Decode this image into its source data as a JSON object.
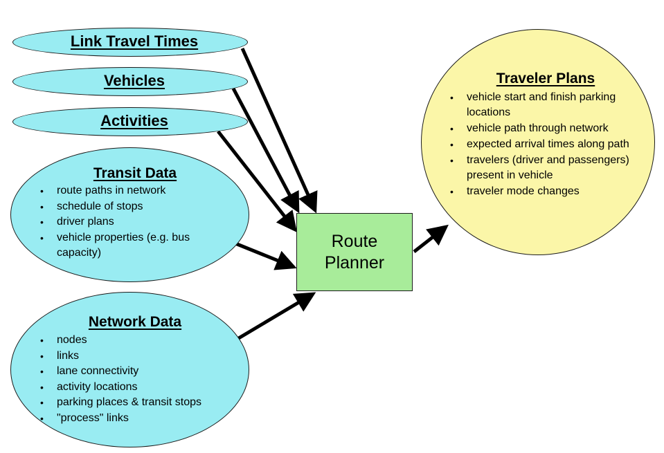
{
  "colors": {
    "input_fill": "#99ecf2",
    "output_fill": "#fbf6a8",
    "process_fill": "#a8ec9a",
    "outline": "#1a1a1a",
    "arrow": "#000000"
  },
  "inputs": {
    "link_travel_times": {
      "title": "Link Travel Times"
    },
    "vehicles": {
      "title": "Vehicles"
    },
    "activities": {
      "title": "Activities"
    },
    "transit_data": {
      "title": "Transit Data",
      "items": [
        "route paths in network",
        "schedule of stops",
        "driver plans",
        "vehicle properties (e.g. bus capacity)"
      ]
    },
    "network_data": {
      "title": "Network Data",
      "items": [
        "nodes",
        "links",
        "lane connectivity",
        "activity locations",
        "parking places & transit stops",
        "\"process\" links"
      ]
    }
  },
  "process": {
    "label": "Route\nPlanner"
  },
  "output": {
    "title": "Traveler Plans",
    "items": [
      "vehicle start and finish parking locations",
      "vehicle path through network",
      "expected arrival times along path",
      "travelers (driver and passengers) present in vehicle",
      "traveler mode changes"
    ]
  },
  "edges": [
    {
      "from": "link_travel_times",
      "to": "route_planner"
    },
    {
      "from": "vehicles",
      "to": "route_planner"
    },
    {
      "from": "activities",
      "to": "route_planner"
    },
    {
      "from": "transit_data",
      "to": "route_planner"
    },
    {
      "from": "network_data",
      "to": "route_planner"
    },
    {
      "from": "route_planner",
      "to": "traveler_plans"
    }
  ]
}
